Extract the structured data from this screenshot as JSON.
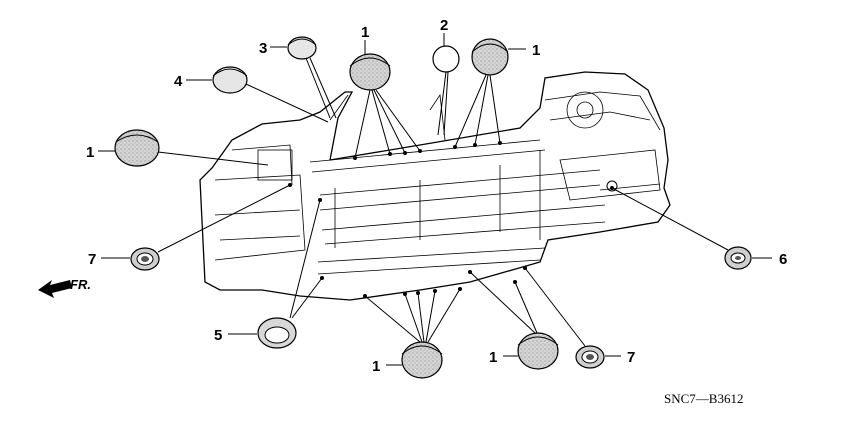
{
  "diagram": {
    "callouts": [
      {
        "id": "c1",
        "label": "1"
      },
      {
        "id": "c2",
        "label": "1"
      },
      {
        "id": "c3",
        "label": "1"
      },
      {
        "id": "c4",
        "label": "1"
      },
      {
        "id": "c5",
        "label": "1"
      },
      {
        "id": "c6",
        "label": "2"
      },
      {
        "id": "c7",
        "label": "3"
      },
      {
        "id": "c8",
        "label": "4"
      },
      {
        "id": "c9",
        "label": "5"
      },
      {
        "id": "c10",
        "label": "6"
      },
      {
        "id": "c11",
        "label": "7"
      },
      {
        "id": "c12",
        "label": "7"
      }
    ],
    "direction_label": "FR.",
    "part_code": "SNC7—B3612"
  }
}
